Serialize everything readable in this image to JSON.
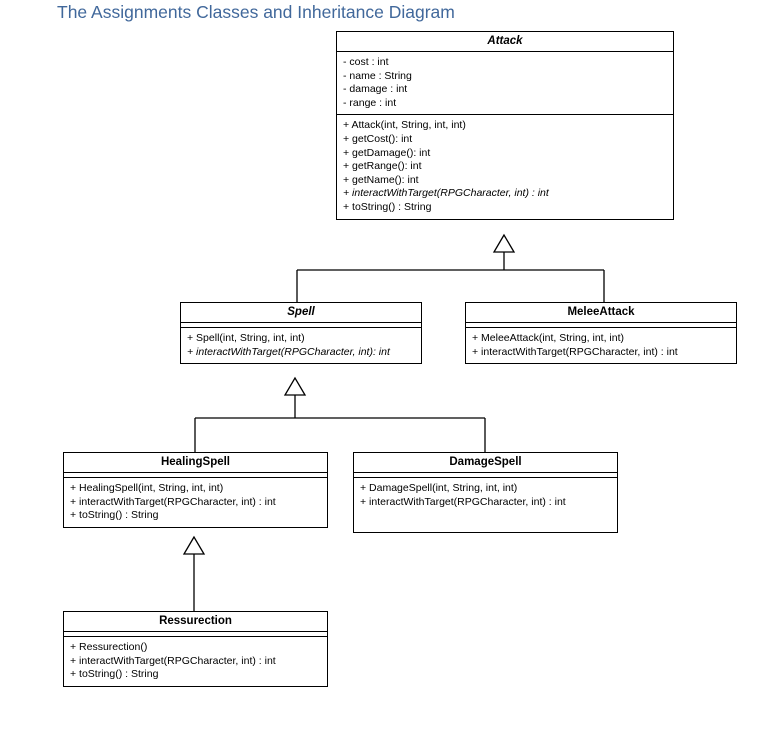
{
  "title": "The Assignments Classes and Inheritance Diagram",
  "colors": {
    "title": "#41689b",
    "line": "#000000",
    "background": "#ffffff"
  },
  "diagram": {
    "type": "uml-class-diagram",
    "classes": [
      {
        "id": "attack",
        "name": "Attack",
        "abstract": true,
        "attributes": [
          "- cost : int",
          "- name : String",
          "- damage : int",
          "- range : int"
        ],
        "methods": [
          {
            "text": "+ Attack(int, String, int, int)",
            "abstract": false
          },
          {
            "text": "+ getCost(): int",
            "abstract": false
          },
          {
            "text": "+ getDamage(): int",
            "abstract": false
          },
          {
            "text": "+ getRange(): int",
            "abstract": false
          },
          {
            "text": "+ getName(): int",
            "abstract": false
          },
          {
            "text": "+ interactWithTarget(RPGCharacter, int) : int",
            "abstract": true
          },
          {
            "text": "+ toString() : String",
            "abstract": false
          }
        ]
      },
      {
        "id": "spell",
        "name": "Spell",
        "abstract": true,
        "attributes": [],
        "methods": [
          {
            "text": "+ Spell(int, String, int, int)",
            "abstract": false
          },
          {
            "text": "+ interactWithTarget(RPGCharacter, int): int",
            "abstract": true
          }
        ]
      },
      {
        "id": "meleeattack",
        "name": "MeleeAttack",
        "abstract": false,
        "attributes": [],
        "methods": [
          {
            "text": "+ MeleeAttack(int, String, int, int)",
            "abstract": false
          },
          {
            "text": "+ interactWithTarget(RPGCharacter, int) : int",
            "abstract": false
          }
        ]
      },
      {
        "id": "healingspell",
        "name": "HealingSpell",
        "abstract": false,
        "attributes": [],
        "methods": [
          {
            "text": "+ HealingSpell(int, String, int, int)",
            "abstract": false
          },
          {
            "text": "+ interactWithTarget(RPGCharacter, int) : int",
            "abstract": false
          },
          {
            "text": "+ toString() : String",
            "abstract": false
          }
        ]
      },
      {
        "id": "damagespell",
        "name": "DamageSpell",
        "abstract": false,
        "attributes": [],
        "methods": [
          {
            "text": "+ DamageSpell(int, String, int, int)",
            "abstract": false
          },
          {
            "text": "+ interactWithTarget(RPGCharacter, int) : int",
            "abstract": false
          }
        ]
      },
      {
        "id": "ressurection",
        "name": "Ressurection",
        "abstract": false,
        "attributes": [],
        "methods": [
          {
            "text": "+ Ressurection()",
            "abstract": false
          },
          {
            "text": "+ interactWithTarget(RPGCharacter, int) : int",
            "abstract": false
          },
          {
            "text": "+ toString() : String",
            "abstract": false
          }
        ]
      }
    ],
    "generalizations": [
      {
        "child": "spell",
        "parent": "attack"
      },
      {
        "child": "meleeattack",
        "parent": "attack"
      },
      {
        "child": "healingspell",
        "parent": "spell"
      },
      {
        "child": "damagespell",
        "parent": "spell"
      },
      {
        "child": "ressurection",
        "parent": "healingspell"
      }
    ]
  }
}
